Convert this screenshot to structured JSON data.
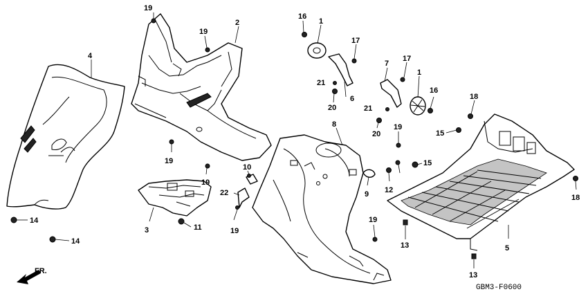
{
  "drawing_code": "GBM3-F0600",
  "front_indicator": "FR.",
  "callouts": {
    "p19a": "19",
    "p2": "2",
    "p19b": "19",
    "p4": "4",
    "p16a": "16",
    "p1a": "1",
    "p17a": "17",
    "p21a": "21",
    "p20a": "20",
    "p6": "6",
    "p7": "7",
    "p17b": "17",
    "p1b": "1",
    "p16b": "16",
    "p21b": "21",
    "p20b": "20",
    "p18a": "18",
    "p8": "8",
    "p19c": "19",
    "p15a": "15",
    "p19d": "19",
    "p19e": "19",
    "p10": "10",
    "p15b": "15",
    "p9": "9",
    "p12": "12",
    "p18b": "18",
    "p22": "22",
    "p3": "3",
    "p11": "11",
    "p14a": "14",
    "p19f": "19",
    "p19g": "19",
    "p14b": "14",
    "p13a": "13",
    "p5": "5",
    "p13b": "13"
  }
}
